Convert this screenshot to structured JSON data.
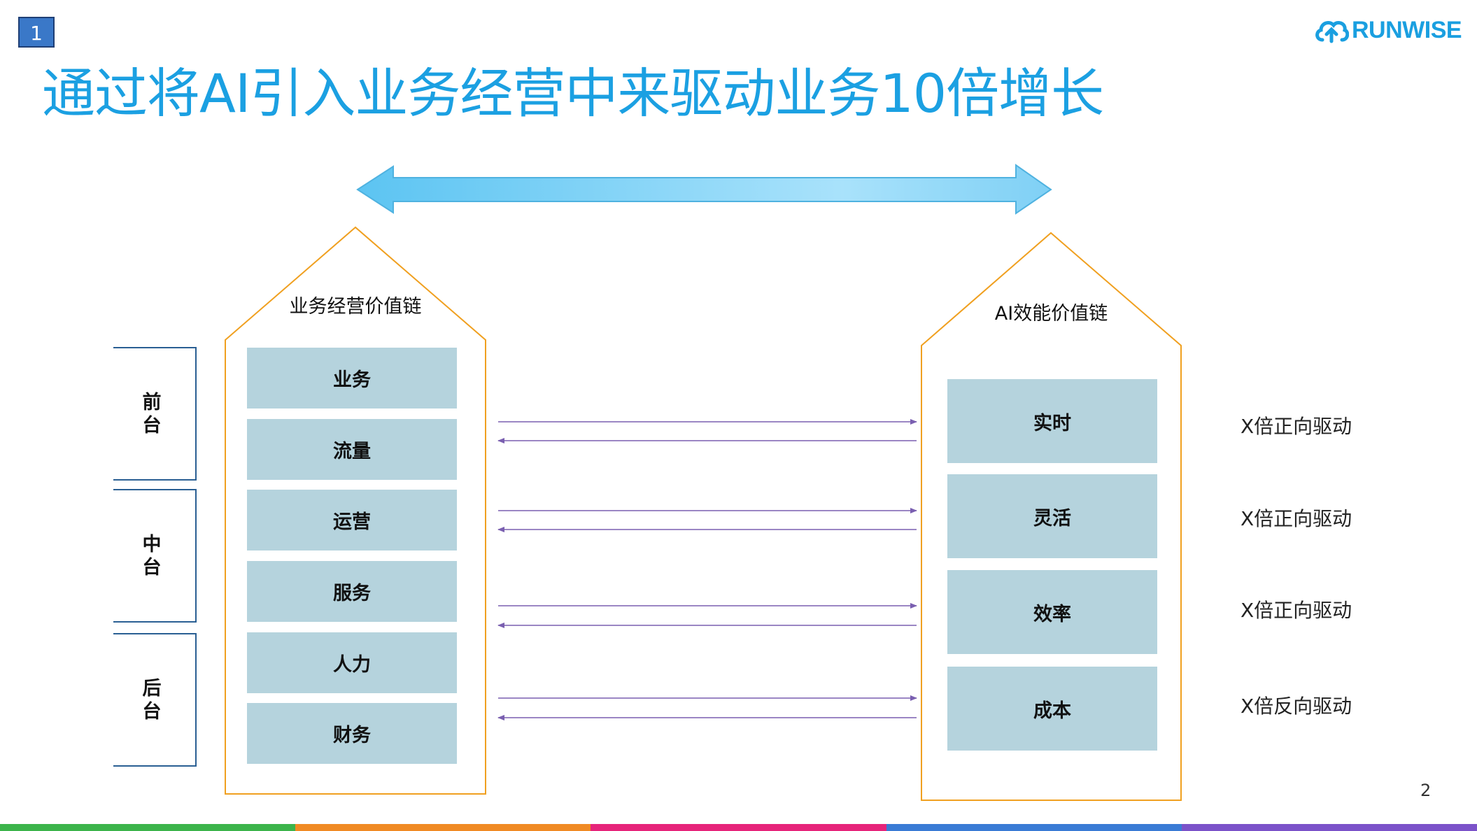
{
  "slide_badge": "1",
  "title": "通过将AI引入业务经营中来驱动业务10倍增长",
  "logo": {
    "text": "RUNWISE",
    "icon": "cloud-logo-icon"
  },
  "layers": [
    "前台",
    "中台",
    "后台"
  ],
  "left_house": {
    "title": "业务经营价值链",
    "items": [
      "业务",
      "流量",
      "运营",
      "服务",
      "人力",
      "财务"
    ]
  },
  "right_house": {
    "title": "AI效能价值链",
    "items": [
      "实时",
      "灵活",
      "效率",
      "成本"
    ]
  },
  "effects": [
    "X倍正向驱动",
    "X倍正向驱动",
    "X倍正向驱动",
    "X倍反向驱动"
  ],
  "page_number": "2",
  "colors": {
    "title": "#1ba0e2",
    "house_outline": "#f0a020",
    "box_fill": "#b5d3dd",
    "connector": "#7a5fb0",
    "big_arrow": "#7fd0f5",
    "footer": [
      "#3cb44b",
      "#f08a24",
      "#e6247a",
      "#3a7bd5",
      "#7b52c9"
    ]
  }
}
